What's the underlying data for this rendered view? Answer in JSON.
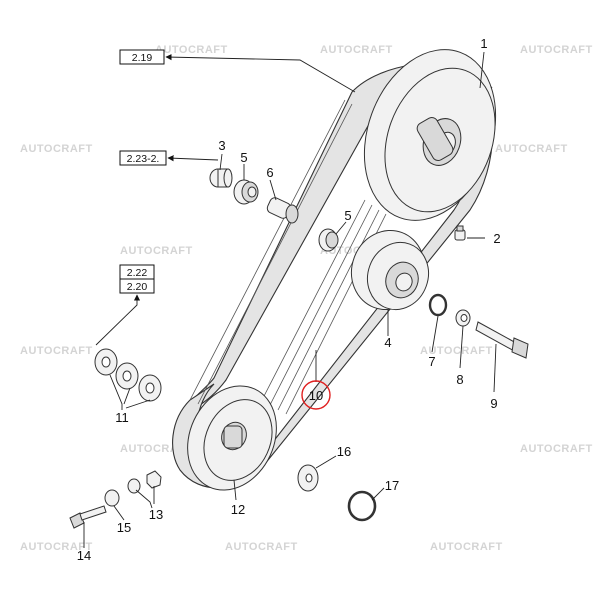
{
  "watermark": {
    "text": "AUTOCRAFT"
  },
  "refs": {
    "r1": "2.19",
    "r2": "2.23-2.",
    "r3a": "2.22",
    "r3b": "2.20"
  },
  "callouts": {
    "c1": "1",
    "c2": "2",
    "c3": "3",
    "c4": "4",
    "c5a": "5",
    "c5b": "5",
    "c6": "6",
    "c7": "7",
    "c8": "8",
    "c9": "9",
    "c10": "10",
    "c11": "11",
    "c12": "12",
    "c13": "13",
    "c14": "14",
    "c15": "15",
    "c16": "16",
    "c17": "17"
  },
  "colors": {
    "highlight": "#e02020"
  }
}
